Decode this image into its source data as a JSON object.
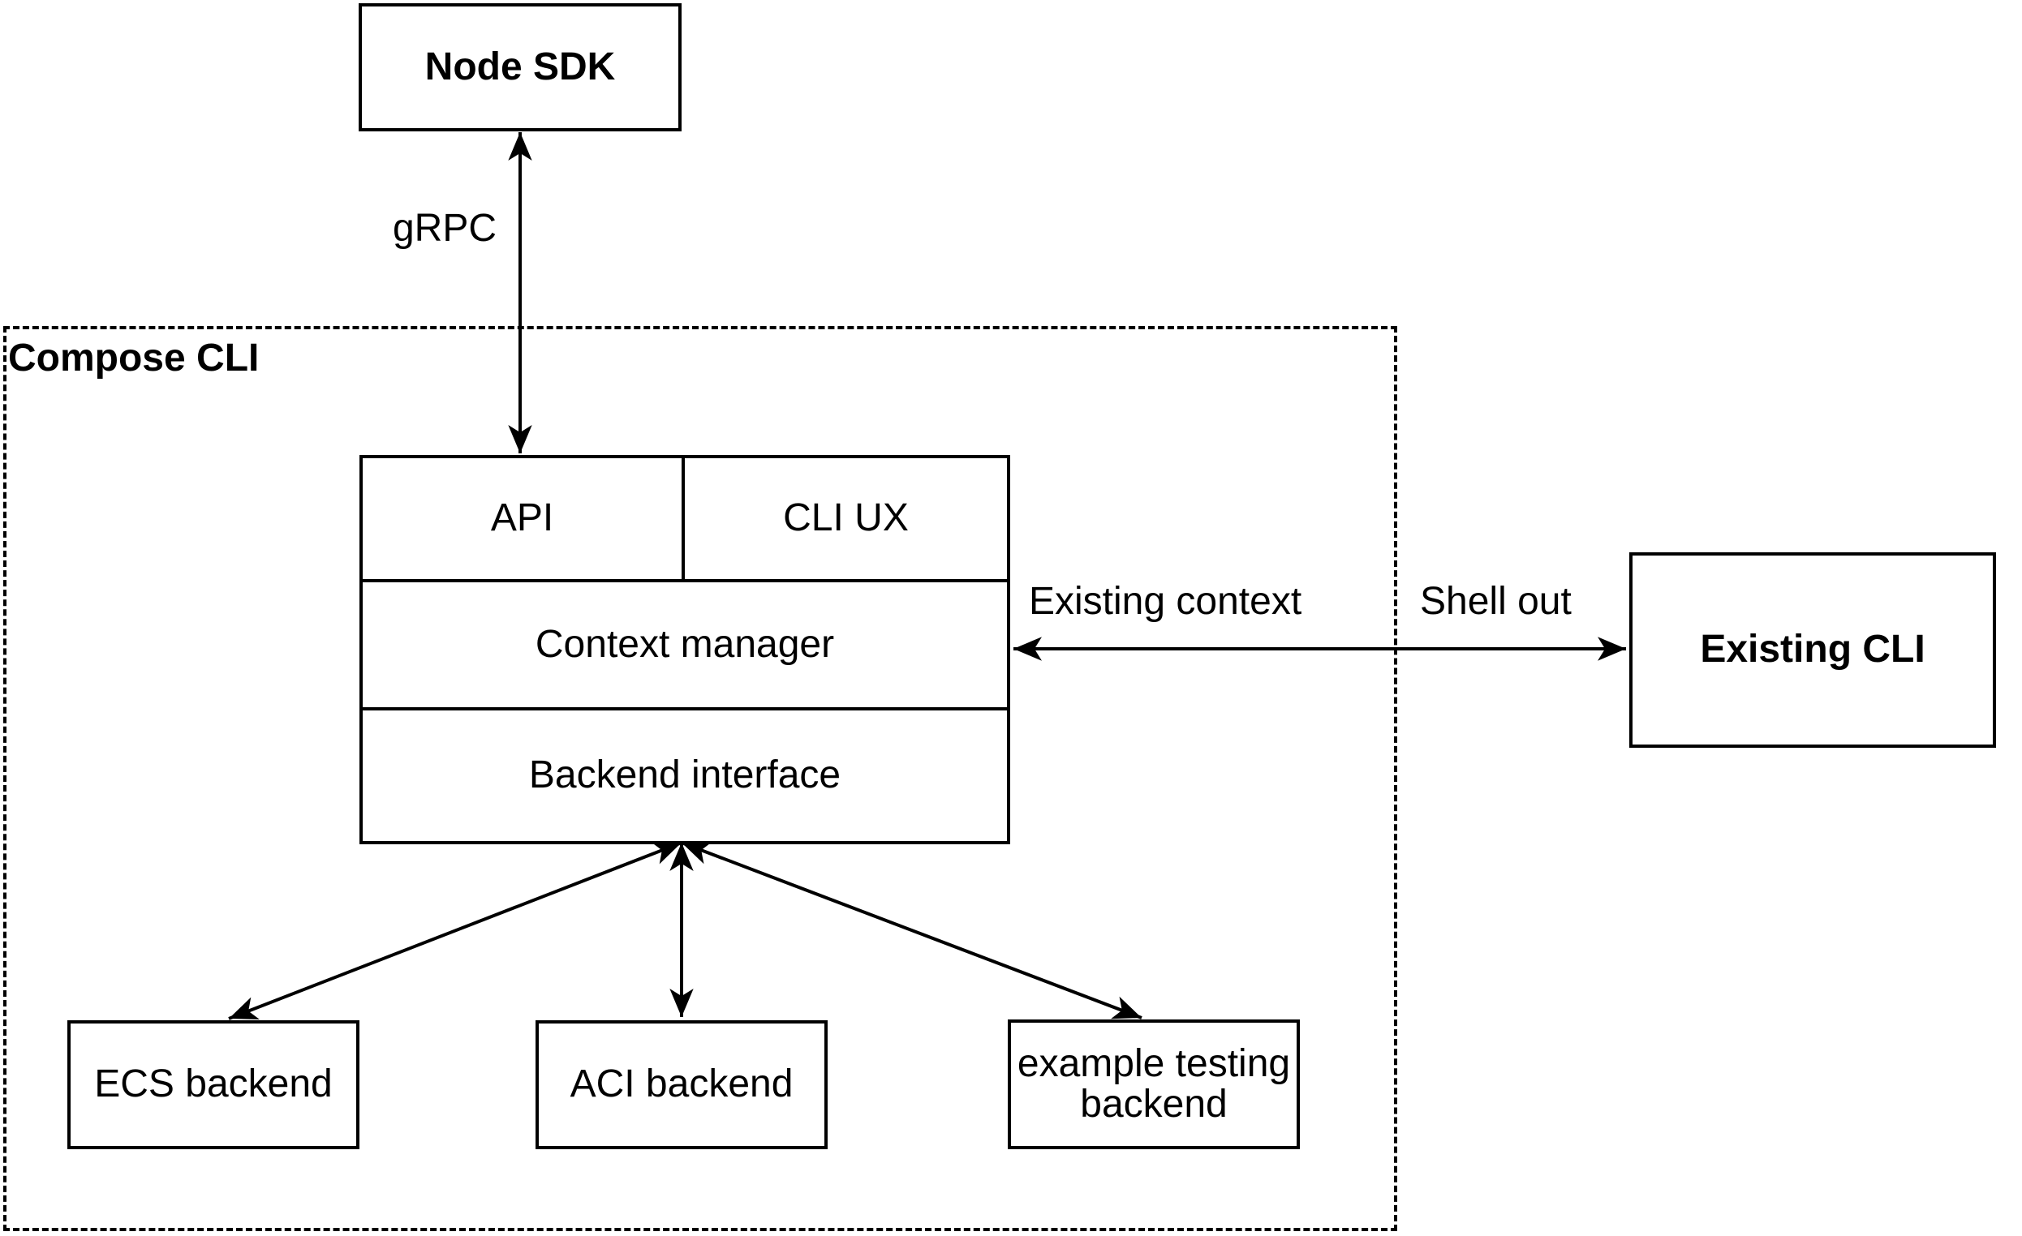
{
  "diagram": {
    "background": "#ffffff",
    "stroke_color": "#000000",
    "container": {
      "label": "Compose CLI"
    },
    "nodes": {
      "node_sdk": {
        "label": "Node SDK"
      },
      "api": {
        "label": "API"
      },
      "cli_ux": {
        "label": "CLI UX"
      },
      "context_manager": {
        "label": "Context manager"
      },
      "backend_interface": {
        "label": "Backend interface"
      },
      "existing_cli": {
        "label": "Existing CLI"
      },
      "ecs_backend": {
        "label": "ECS backend"
      },
      "aci_backend": {
        "label": "ACI backend"
      },
      "example_testing_backend": {
        "label": "example testing backend"
      }
    },
    "edge_labels": {
      "grpc": "gRPC",
      "existing_context": "Existing context",
      "shell_out": "Shell out"
    }
  }
}
